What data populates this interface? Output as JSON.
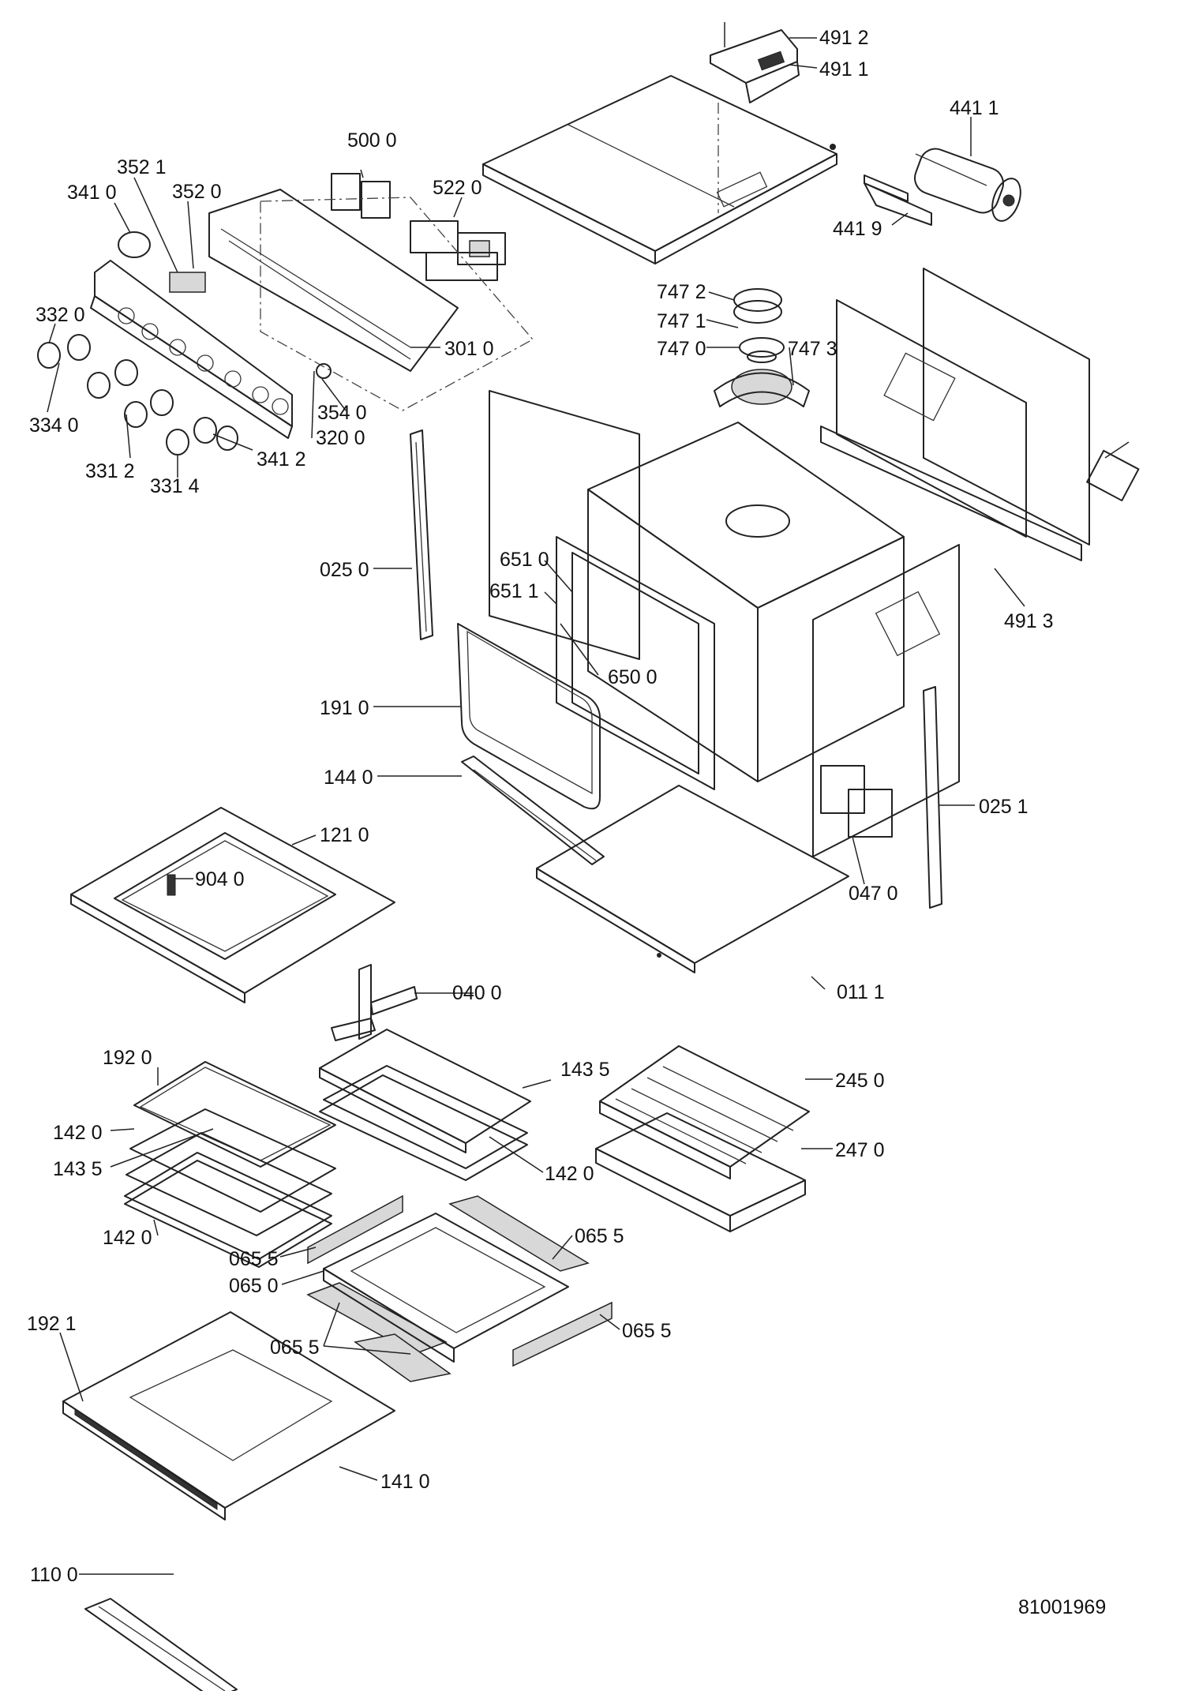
{
  "drawing": {
    "number": "81001969",
    "callouts": [
      {
        "id": "c4912",
        "text": "491 2"
      },
      {
        "id": "c4911",
        "text": "491 1"
      },
      {
        "id": "c4411",
        "text": "441 1"
      },
      {
        "id": "c4419",
        "text": "441 9"
      },
      {
        "id": "c5000",
        "text": "500 0"
      },
      {
        "id": "c3521",
        "text": "352 1"
      },
      {
        "id": "c3520",
        "text": "352 0"
      },
      {
        "id": "c3410",
        "text": "341 0"
      },
      {
        "id": "c5220",
        "text": "522 0"
      },
      {
        "id": "c3320",
        "text": "332 0"
      },
      {
        "id": "c3010",
        "text": "301 0"
      },
      {
        "id": "c3340",
        "text": "334 0"
      },
      {
        "id": "c3540",
        "text": "354 0"
      },
      {
        "id": "c3200",
        "text": "320 0"
      },
      {
        "id": "c3312",
        "text": "331 2"
      },
      {
        "id": "c3412",
        "text": "341 2"
      },
      {
        "id": "c3314",
        "text": "331 4"
      },
      {
        "id": "c7472",
        "text": "747 2"
      },
      {
        "id": "c7471",
        "text": "747 1"
      },
      {
        "id": "c7470",
        "text": "747 0"
      },
      {
        "id": "c7473",
        "text": "747 3"
      },
      {
        "id": "c0250",
        "text": "025 0"
      },
      {
        "id": "c6510",
        "text": "651 0"
      },
      {
        "id": "c6511",
        "text": "651 1"
      },
      {
        "id": "c6500",
        "text": "650 0"
      },
      {
        "id": "c4913",
        "text": "491 3"
      },
      {
        "id": "c1910",
        "text": "191 0"
      },
      {
        "id": "c1440",
        "text": "144 0"
      },
      {
        "id": "c0251",
        "text": "025 1"
      },
      {
        "id": "c1210",
        "text": "121 0"
      },
      {
        "id": "c9040",
        "text": "904 0"
      },
      {
        "id": "c0470",
        "text": "047 0"
      },
      {
        "id": "c0400",
        "text": "040 0"
      },
      {
        "id": "c0111",
        "text": "011 1"
      },
      {
        "id": "c1920",
        "text": "192 0"
      },
      {
        "id": "c1435a",
        "text": "143 5"
      },
      {
        "id": "c2450",
        "text": "245 0"
      },
      {
        "id": "c1420a",
        "text": "142 0"
      },
      {
        "id": "c2470",
        "text": "247 0"
      },
      {
        "id": "c1435b",
        "text": "143 5"
      },
      {
        "id": "c1420b",
        "text": "142 0"
      },
      {
        "id": "c1420c",
        "text": "142 0"
      },
      {
        "id": "c0655a",
        "text": "065 5"
      },
      {
        "id": "c0655b",
        "text": "065 5"
      },
      {
        "id": "c0650",
        "text": "065 0"
      },
      {
        "id": "c1921",
        "text": "192 1"
      },
      {
        "id": "c0655c",
        "text": "065 5"
      },
      {
        "id": "c0655d",
        "text": "065 5"
      },
      {
        "id": "c1410",
        "text": "141 0"
      },
      {
        "id": "c1100",
        "text": "110 0"
      }
    ]
  }
}
